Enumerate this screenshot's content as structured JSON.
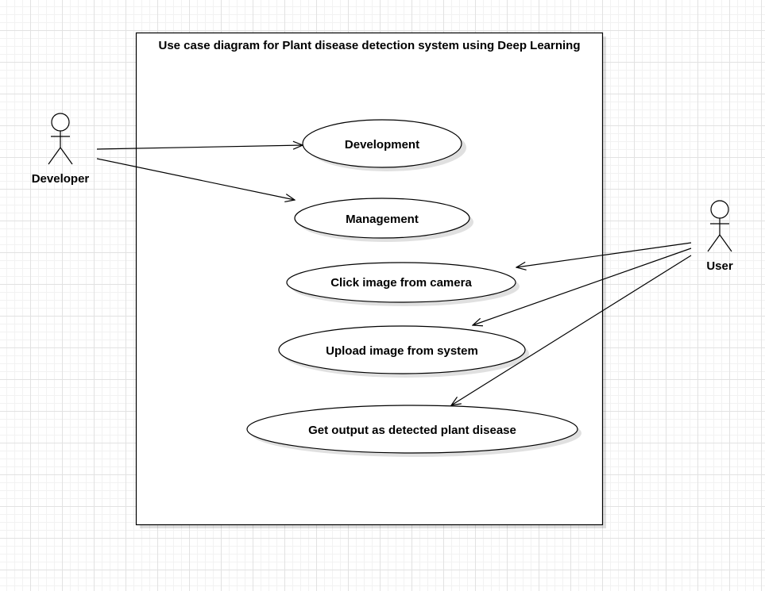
{
  "diagram": {
    "title": "Use case diagram for Plant disease detection system using Deep Learning",
    "actors": [
      {
        "id": "developer",
        "label": "Developer"
      },
      {
        "id": "user",
        "label": "User"
      }
    ],
    "use_cases": [
      {
        "id": "development",
        "label": "Development"
      },
      {
        "id": "management",
        "label": "Management"
      },
      {
        "id": "click_image",
        "label": "Click image from camera"
      },
      {
        "id": "upload_image",
        "label": "Upload image from system"
      },
      {
        "id": "get_output",
        "label": "Get output as detected plant disease"
      }
    ],
    "associations": [
      {
        "from": "developer",
        "to": "development"
      },
      {
        "from": "developer",
        "to": "management"
      },
      {
        "from": "user",
        "to": "click_image"
      },
      {
        "from": "user",
        "to": "upload_image"
      },
      {
        "from": "user",
        "to": "get_output"
      }
    ]
  }
}
